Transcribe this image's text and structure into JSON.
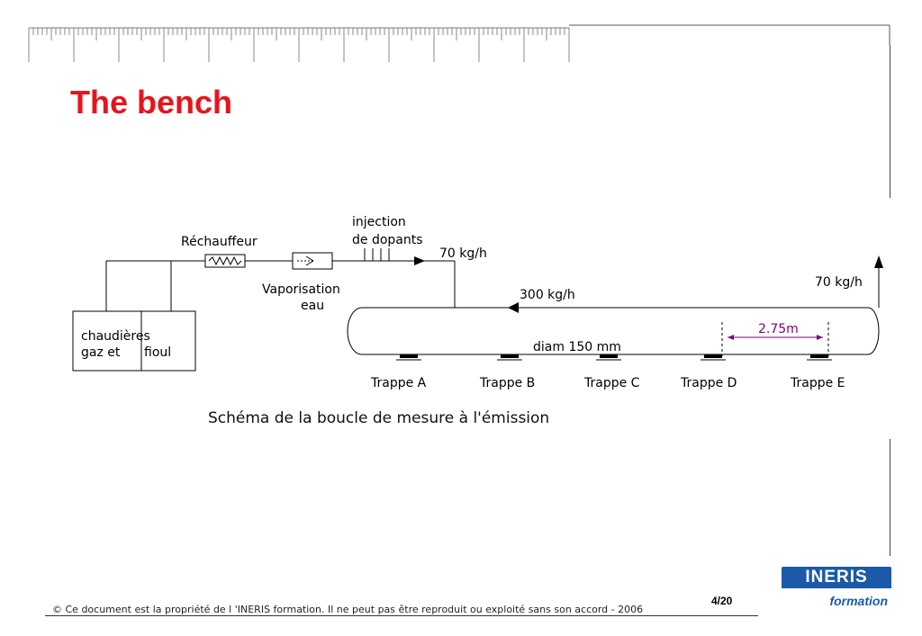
{
  "slide": {
    "title": "The bench",
    "caption": "Schéma de la boucle de mesure à l'émission",
    "footer": "© Ce document est la propriété de l 'INERIS formation. Il ne peut pas être reproduit ou exploité sans son accord - 2006",
    "page_number": "4/20"
  },
  "logo": {
    "top_text": "INERIS",
    "bottom_text": "formation",
    "color": "#1c5aa8"
  },
  "colors": {
    "title": "#e8141c",
    "distance": "#800080"
  },
  "diagram": {
    "heater_label": "Réchauffeur",
    "injection_label_1": "injection",
    "injection_label_2": "de dopants",
    "vaporisation_label_1": "Vaporisation",
    "vaporisation_label_2": "eau",
    "flow_in": "70 kg/h",
    "flow_out": "70 kg/h",
    "loop_flow": "300 kg/h",
    "diameter": "diam 150 mm",
    "distance": "2.75m",
    "boiler_1_line_1": "chaudières",
    "boiler_1_line_2": "gaz et",
    "boiler_2_line_2": "fioul",
    "trap_a": "Trappe A",
    "trap_b": "Trappe B",
    "trap_c": "Trappe C",
    "trap_d": "Trappe D",
    "trap_e": "Trappe E"
  }
}
